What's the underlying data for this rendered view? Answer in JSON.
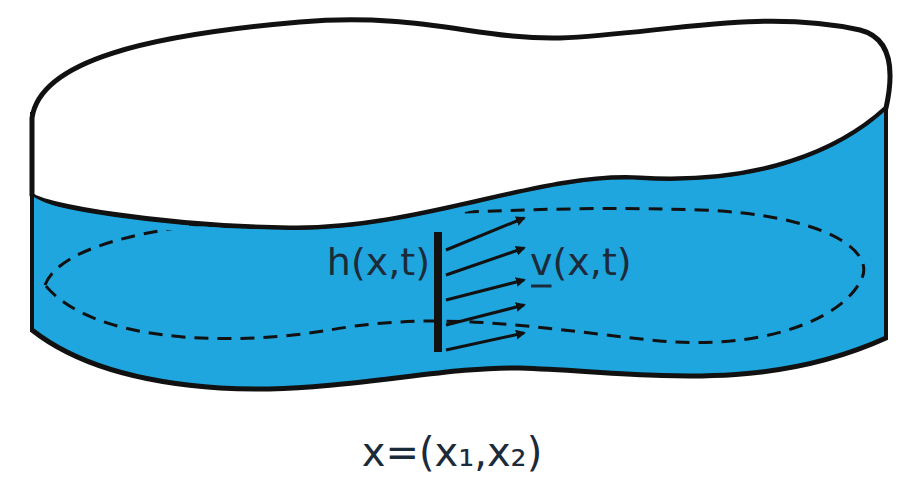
{
  "diagram": {
    "labels": [
      "h(x,t)",
      "v(x,t)",
      "x=(x₁,x₂)"
    ]
  }
}
